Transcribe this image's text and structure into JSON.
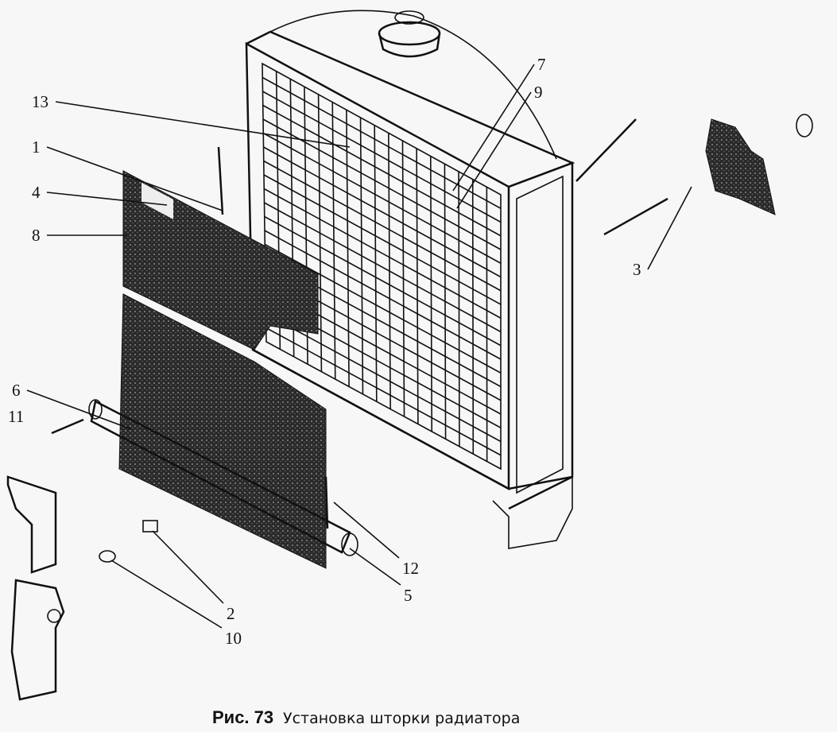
{
  "figure": {
    "caption_prefix": "Рис. 73",
    "caption_text": "Установка шторки радиатора",
    "labels": [
      "13",
      "1",
      "4",
      "8",
      "7",
      "9",
      "3",
      "6",
      "11",
      "12",
      "5",
      "2",
      "10"
    ]
  }
}
